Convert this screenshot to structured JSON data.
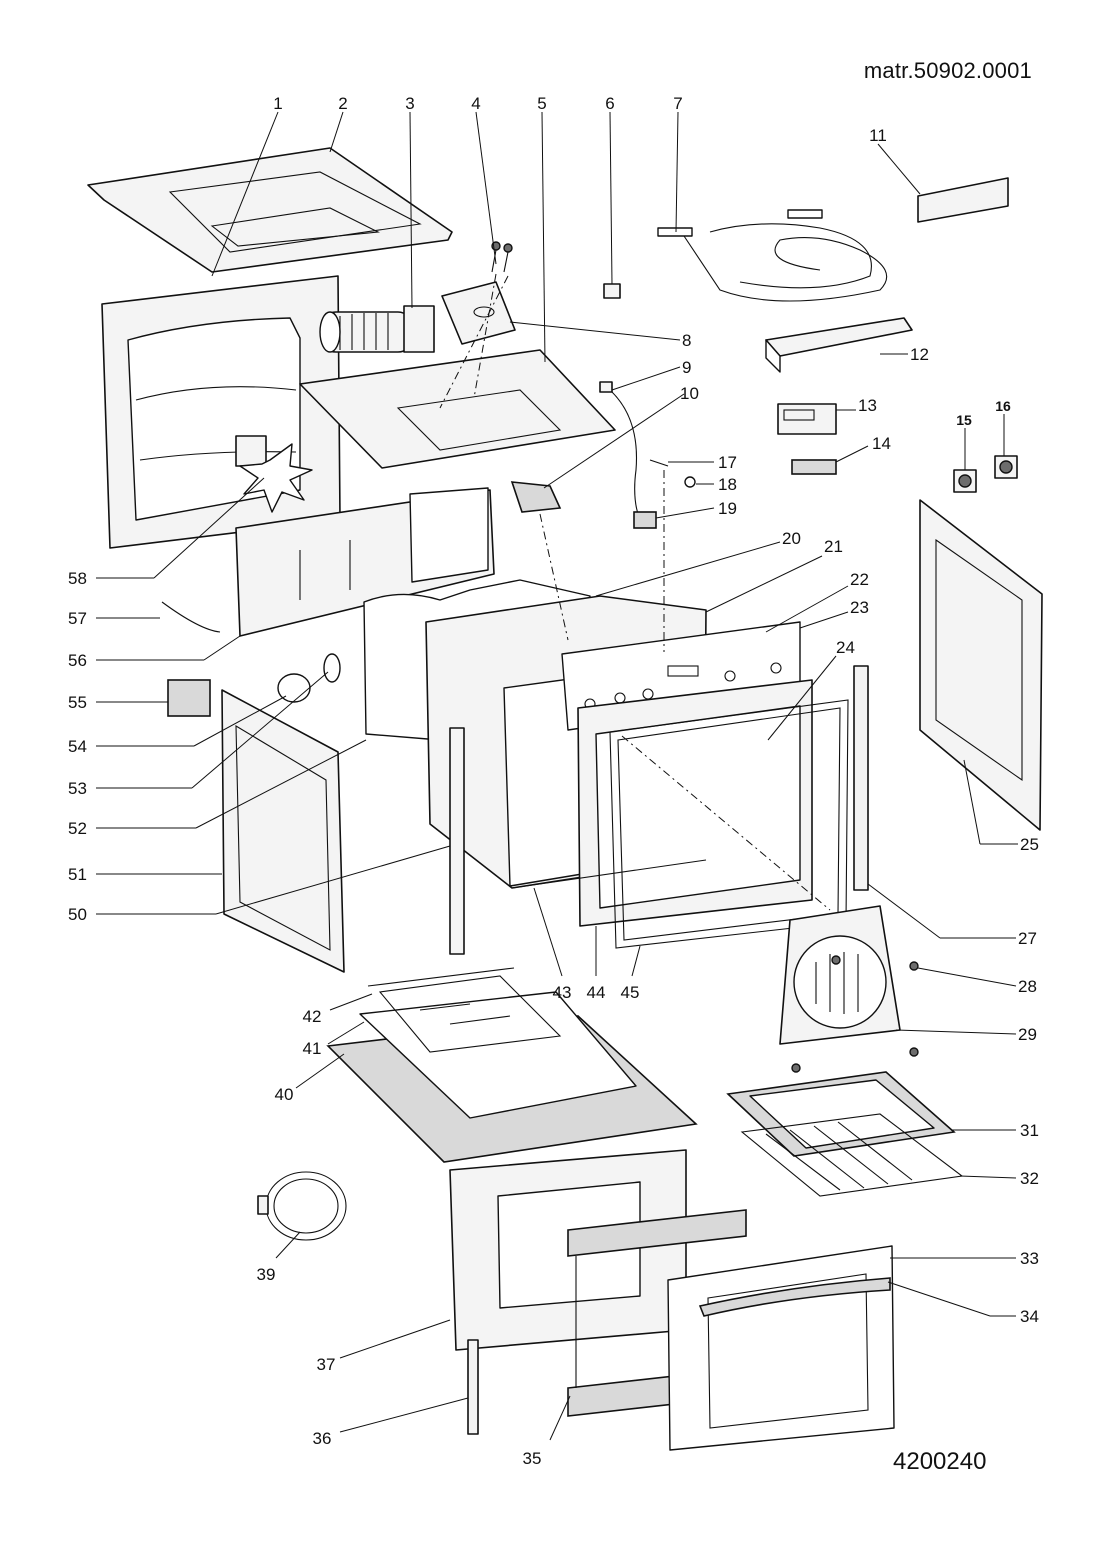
{
  "header": {
    "material_ref": "matr.50902.0001"
  },
  "footer": {
    "drawing_ref": "4200240"
  },
  "callouts": [
    {
      "id": "1",
      "label": "1"
    },
    {
      "id": "2",
      "label": "2"
    },
    {
      "id": "3",
      "label": "3"
    },
    {
      "id": "4",
      "label": "4"
    },
    {
      "id": "5",
      "label": "5"
    },
    {
      "id": "6",
      "label": "6"
    },
    {
      "id": "7",
      "label": "7"
    },
    {
      "id": "8",
      "label": "8"
    },
    {
      "id": "9",
      "label": "9"
    },
    {
      "id": "10",
      "label": "10"
    },
    {
      "id": "11",
      "label": "11"
    },
    {
      "id": "12",
      "label": "12"
    },
    {
      "id": "13",
      "label": "13"
    },
    {
      "id": "14",
      "label": "14"
    },
    {
      "id": "15",
      "label": "15"
    },
    {
      "id": "16",
      "label": "16"
    },
    {
      "id": "17",
      "label": "17"
    },
    {
      "id": "18",
      "label": "18"
    },
    {
      "id": "19",
      "label": "19"
    },
    {
      "id": "20",
      "label": "20"
    },
    {
      "id": "21",
      "label": "21"
    },
    {
      "id": "22",
      "label": "22"
    },
    {
      "id": "23",
      "label": "23"
    },
    {
      "id": "24",
      "label": "24"
    },
    {
      "id": "25",
      "label": "25"
    },
    {
      "id": "27",
      "label": "27"
    },
    {
      "id": "28",
      "label": "28"
    },
    {
      "id": "29",
      "label": "29"
    },
    {
      "id": "31",
      "label": "31"
    },
    {
      "id": "32",
      "label": "32"
    },
    {
      "id": "33",
      "label": "33"
    },
    {
      "id": "34",
      "label": "34"
    },
    {
      "id": "35",
      "label": "35"
    },
    {
      "id": "36",
      "label": "36"
    },
    {
      "id": "37",
      "label": "37"
    },
    {
      "id": "39",
      "label": "39"
    },
    {
      "id": "40",
      "label": "40"
    },
    {
      "id": "41",
      "label": "41"
    },
    {
      "id": "42",
      "label": "42"
    },
    {
      "id": "43",
      "label": "43"
    },
    {
      "id": "44",
      "label": "44"
    },
    {
      "id": "45",
      "label": "45"
    },
    {
      "id": "50",
      "label": "50"
    },
    {
      "id": "51",
      "label": "51"
    },
    {
      "id": "52",
      "label": "52"
    },
    {
      "id": "53",
      "label": "53"
    },
    {
      "id": "54",
      "label": "54"
    },
    {
      "id": "55",
      "label": "55"
    },
    {
      "id": "56",
      "label": "56"
    },
    {
      "id": "57",
      "label": "57"
    },
    {
      "id": "58",
      "label": "58"
    }
  ]
}
